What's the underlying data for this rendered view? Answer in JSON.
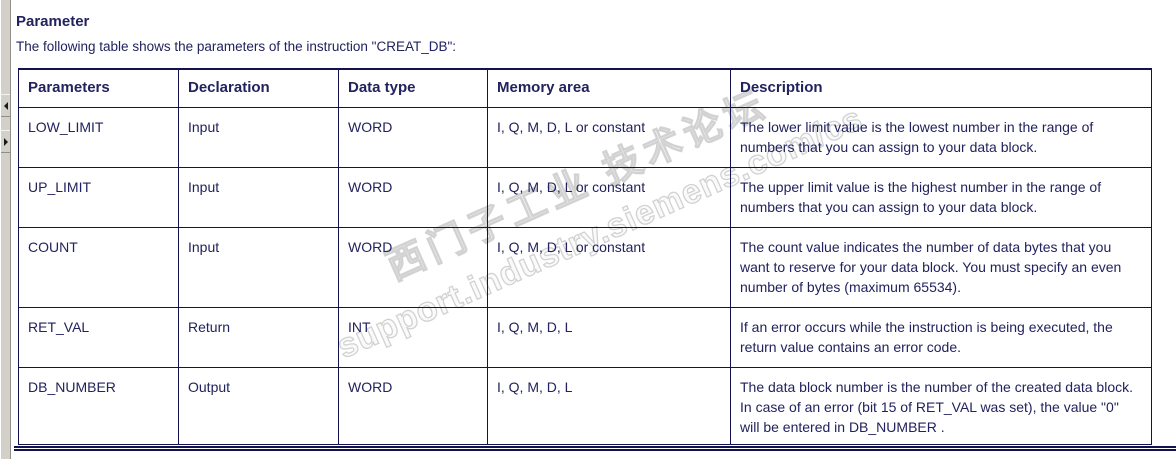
{
  "page": {
    "heading": "Parameter",
    "intro": "The following table shows the parameters of the instruction \"CREAT_DB\":"
  },
  "table": {
    "headers": [
      "Parameters",
      "Declaration",
      "Data type",
      "Memory area",
      "Description"
    ],
    "rows": [
      {
        "parameter": "LOW_LIMIT",
        "declaration": "Input",
        "data_type": "WORD",
        "memory_area": "I, Q, M, D, L or constant",
        "description": "The lower limit value is the lowest number in the range of numbers that you can assign to your data block."
      },
      {
        "parameter": "UP_LIMIT",
        "declaration": "Input",
        "data_type": "WORD",
        "memory_area": "I, Q, M, D, L or constant",
        "description": "The upper limit value is the highest number in the range of numbers that you can assign to your data block."
      },
      {
        "parameter": "COUNT",
        "declaration": "Input",
        "data_type": "WORD",
        "memory_area": "I, Q, M, D, L or constant",
        "description": "The count value indicates the number of data bytes that you want to reserve for your data block. You must specify an even number of bytes (maximum 65534)."
      },
      {
        "parameter": "RET_VAL",
        "declaration": "Return",
        "data_type": "INT",
        "memory_area": "I, Q, M, D, L",
        "description": "If an error occurs while the instruction is being executed, the return value contains an error code."
      },
      {
        "parameter": "DB_NUMBER",
        "declaration": "Output",
        "data_type": "WORD",
        "memory_area": "I, Q, M, D, L",
        "description": "The data block number is the number of the created data block. In case of an error (bit 15 of RET_VAL was set), the value \"0\" will be entered in DB_NUMBER ."
      }
    ]
  },
  "watermark": {
    "line1": "西门子工业 技术论坛",
    "line2": "support.industry.siemens.com/cs"
  },
  "left_strip": {
    "top_button_icon": "left-arrow-icon",
    "bottom_button_icon": "right-arrow-icon"
  },
  "colors": {
    "text_navy": "#22225e",
    "border_navy": "#12124e",
    "strip_gray": "#d3d0c9",
    "watermark_gray": "#d2d2d2"
  }
}
